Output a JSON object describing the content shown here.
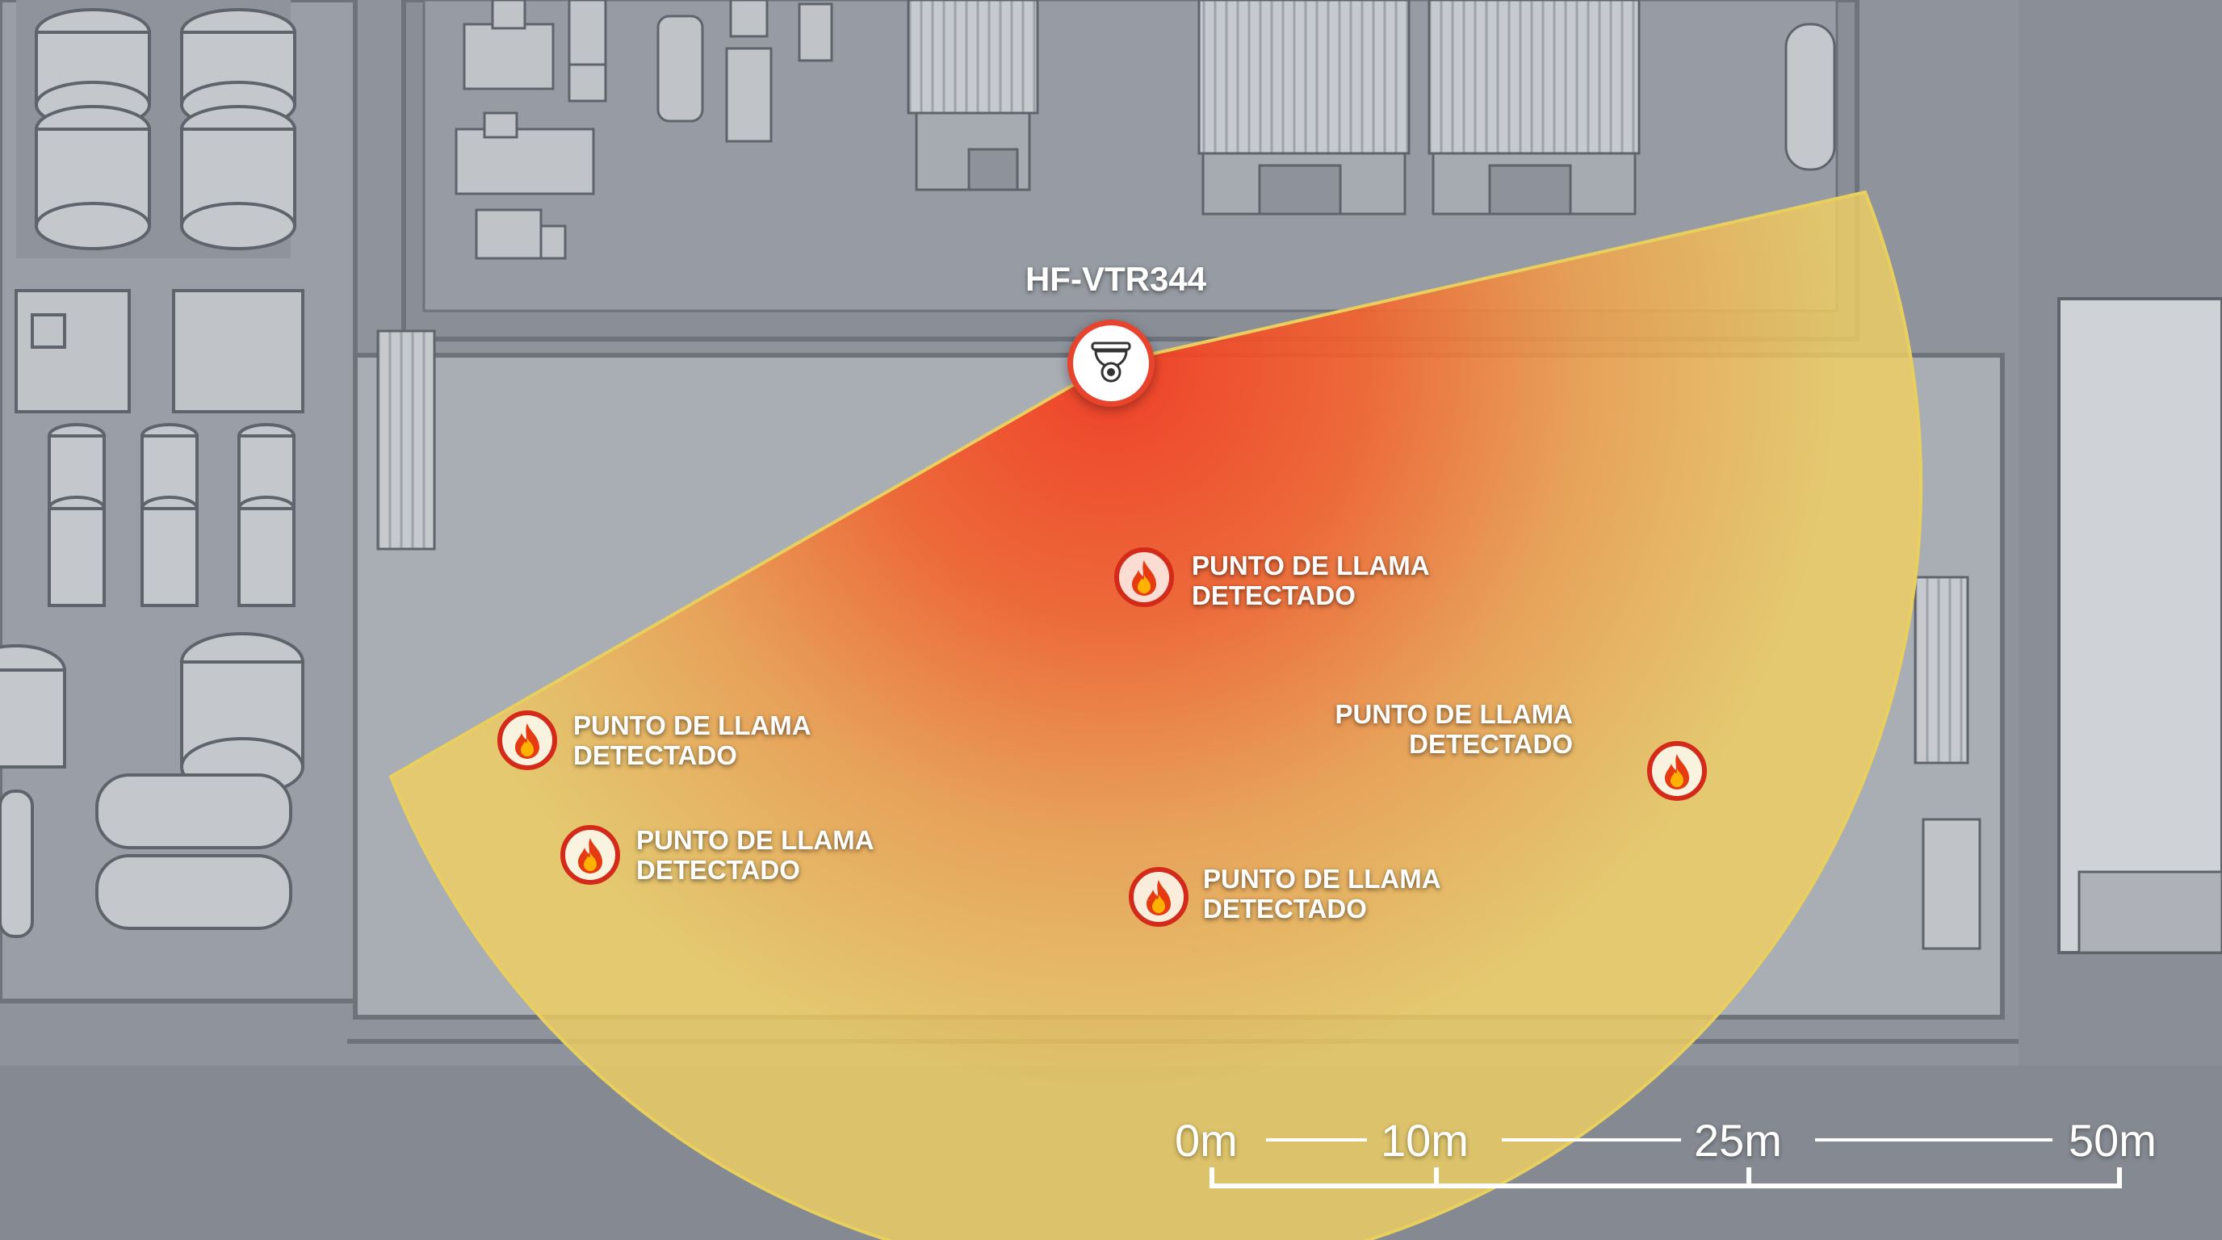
{
  "camera": {
    "id": "HF-VTR344",
    "icon": "dome-camera-icon"
  },
  "detections": [
    {
      "label_line1": "PUNTO DE LLAMA",
      "label_line2": "DETECTADO",
      "icon": "flame-icon"
    },
    {
      "label_line1": "PUNTO DE LLAMA",
      "label_line2": "DETECTADO",
      "icon": "flame-icon"
    },
    {
      "label_line1": "PUNTO DE LLAMA",
      "label_line2": "DETECTADO",
      "icon": "flame-icon"
    },
    {
      "label_line1": "PUNTO DE LLAMA",
      "label_line2": "DETECTADO",
      "icon": "flame-icon"
    },
    {
      "label_line1": "PUNTO DE LLAMA",
      "label_line2": "DETECTADO",
      "icon": "flame-icon"
    }
  ],
  "scale_bar": {
    "labels": [
      "0m",
      "10m",
      "25m",
      "50m"
    ]
  },
  "colors": {
    "coverage_hot": "#f23a22",
    "coverage_mid": "#f3873a",
    "coverage_cool": "#f2cf5c",
    "alert_red": "#d32a1a",
    "ground": "#9da2aa"
  }
}
